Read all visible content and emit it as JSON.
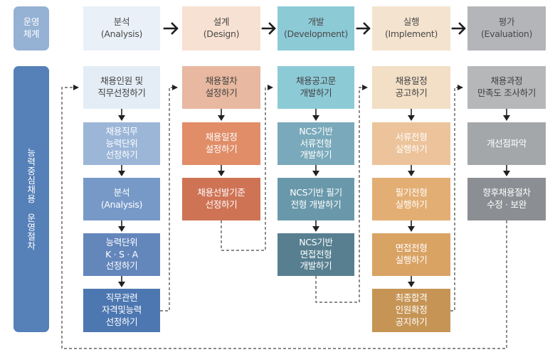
{
  "sidebar": {
    "system_label": "운영\n체계",
    "procedure_label": "능\n력\n중\n심\n채\n용\n \n운\n영\n절\n차"
  },
  "phases": [
    {
      "label": "분석\n(Analysis)",
      "color": "#e9f0f8"
    },
    {
      "label": "설계\n(Design)",
      "color": "#f7e1d2"
    },
    {
      "label": "개발\n(Development)",
      "color": "#8ccad6"
    },
    {
      "label": "실행\n(Implement)",
      "color": "#f4e3ce"
    },
    {
      "label": "평가\n(Evaluation)",
      "color": "#b3b5b8"
    }
  ],
  "columns": [
    {
      "steps": [
        {
          "label": "채용인원 및\n직무선정하기",
          "color": "#e4edf6"
        },
        {
          "label": "채용직무\n능력단위\n선정하기",
          "color": "#9cb6d8"
        },
        {
          "label": "분석\n(Analysis)",
          "color": "#7799c8"
        },
        {
          "label": "능력단위\nK · S · A\n선정하기",
          "color": "#6386bb"
        },
        {
          "label": "직무관련\n자격및능력\n선정하기",
          "color": "#4d77b1"
        }
      ]
    },
    {
      "steps": [
        {
          "label": "채용절차\n설정하기",
          "color": "#e8b8a0"
        },
        {
          "label": "채용일정\n설정하기",
          "color": "#e08d68"
        },
        {
          "label": "채용선발기준\n선정하기",
          "color": "#cf7355"
        }
      ]
    },
    {
      "steps": [
        {
          "label": "채용공고문\n개발하기",
          "color": "#8ccad6"
        },
        {
          "label": "NCS기반\n서류전형\n개발하기",
          "color": "#79a9ba"
        },
        {
          "label": "NCS기반 필기\n전형 개발하기",
          "color": "#6a98ab"
        },
        {
          "label": "NCS기반\n면접전형\n개발하기",
          "color": "#577f90"
        }
      ]
    },
    {
      "steps": [
        {
          "label": "채용일정\n공고하기",
          "color": "#f2dfc6"
        },
        {
          "label": "서류전형\n실행하기",
          "color": "#ecc39a"
        },
        {
          "label": "필기전형\n실행하기",
          "color": "#e3ae73"
        },
        {
          "label": "면접전형\n실행하기",
          "color": "#d9a364"
        },
        {
          "label": "최종합격\n인원확정\n공지하기",
          "color": "#c69455"
        }
      ]
    },
    {
      "steps": [
        {
          "label": "채용과정\n만족도 조사하기",
          "color": "#b6b7b9"
        },
        {
          "label": "개선점파악",
          "color": "#a4a7aa"
        },
        {
          "label": "향후채용절차\n수정 · 보완",
          "color": "#8b8f93"
        }
      ]
    }
  ],
  "colors": {
    "sidebar_top": "#95b1d3",
    "sidebar_main": "#5580b8",
    "arrow": "#222222",
    "connector": "#444444"
  }
}
